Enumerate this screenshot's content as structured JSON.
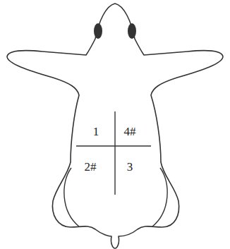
{
  "diagram": {
    "labels": [
      "1",
      "4#",
      "2#",
      "3"
    ]
  }
}
